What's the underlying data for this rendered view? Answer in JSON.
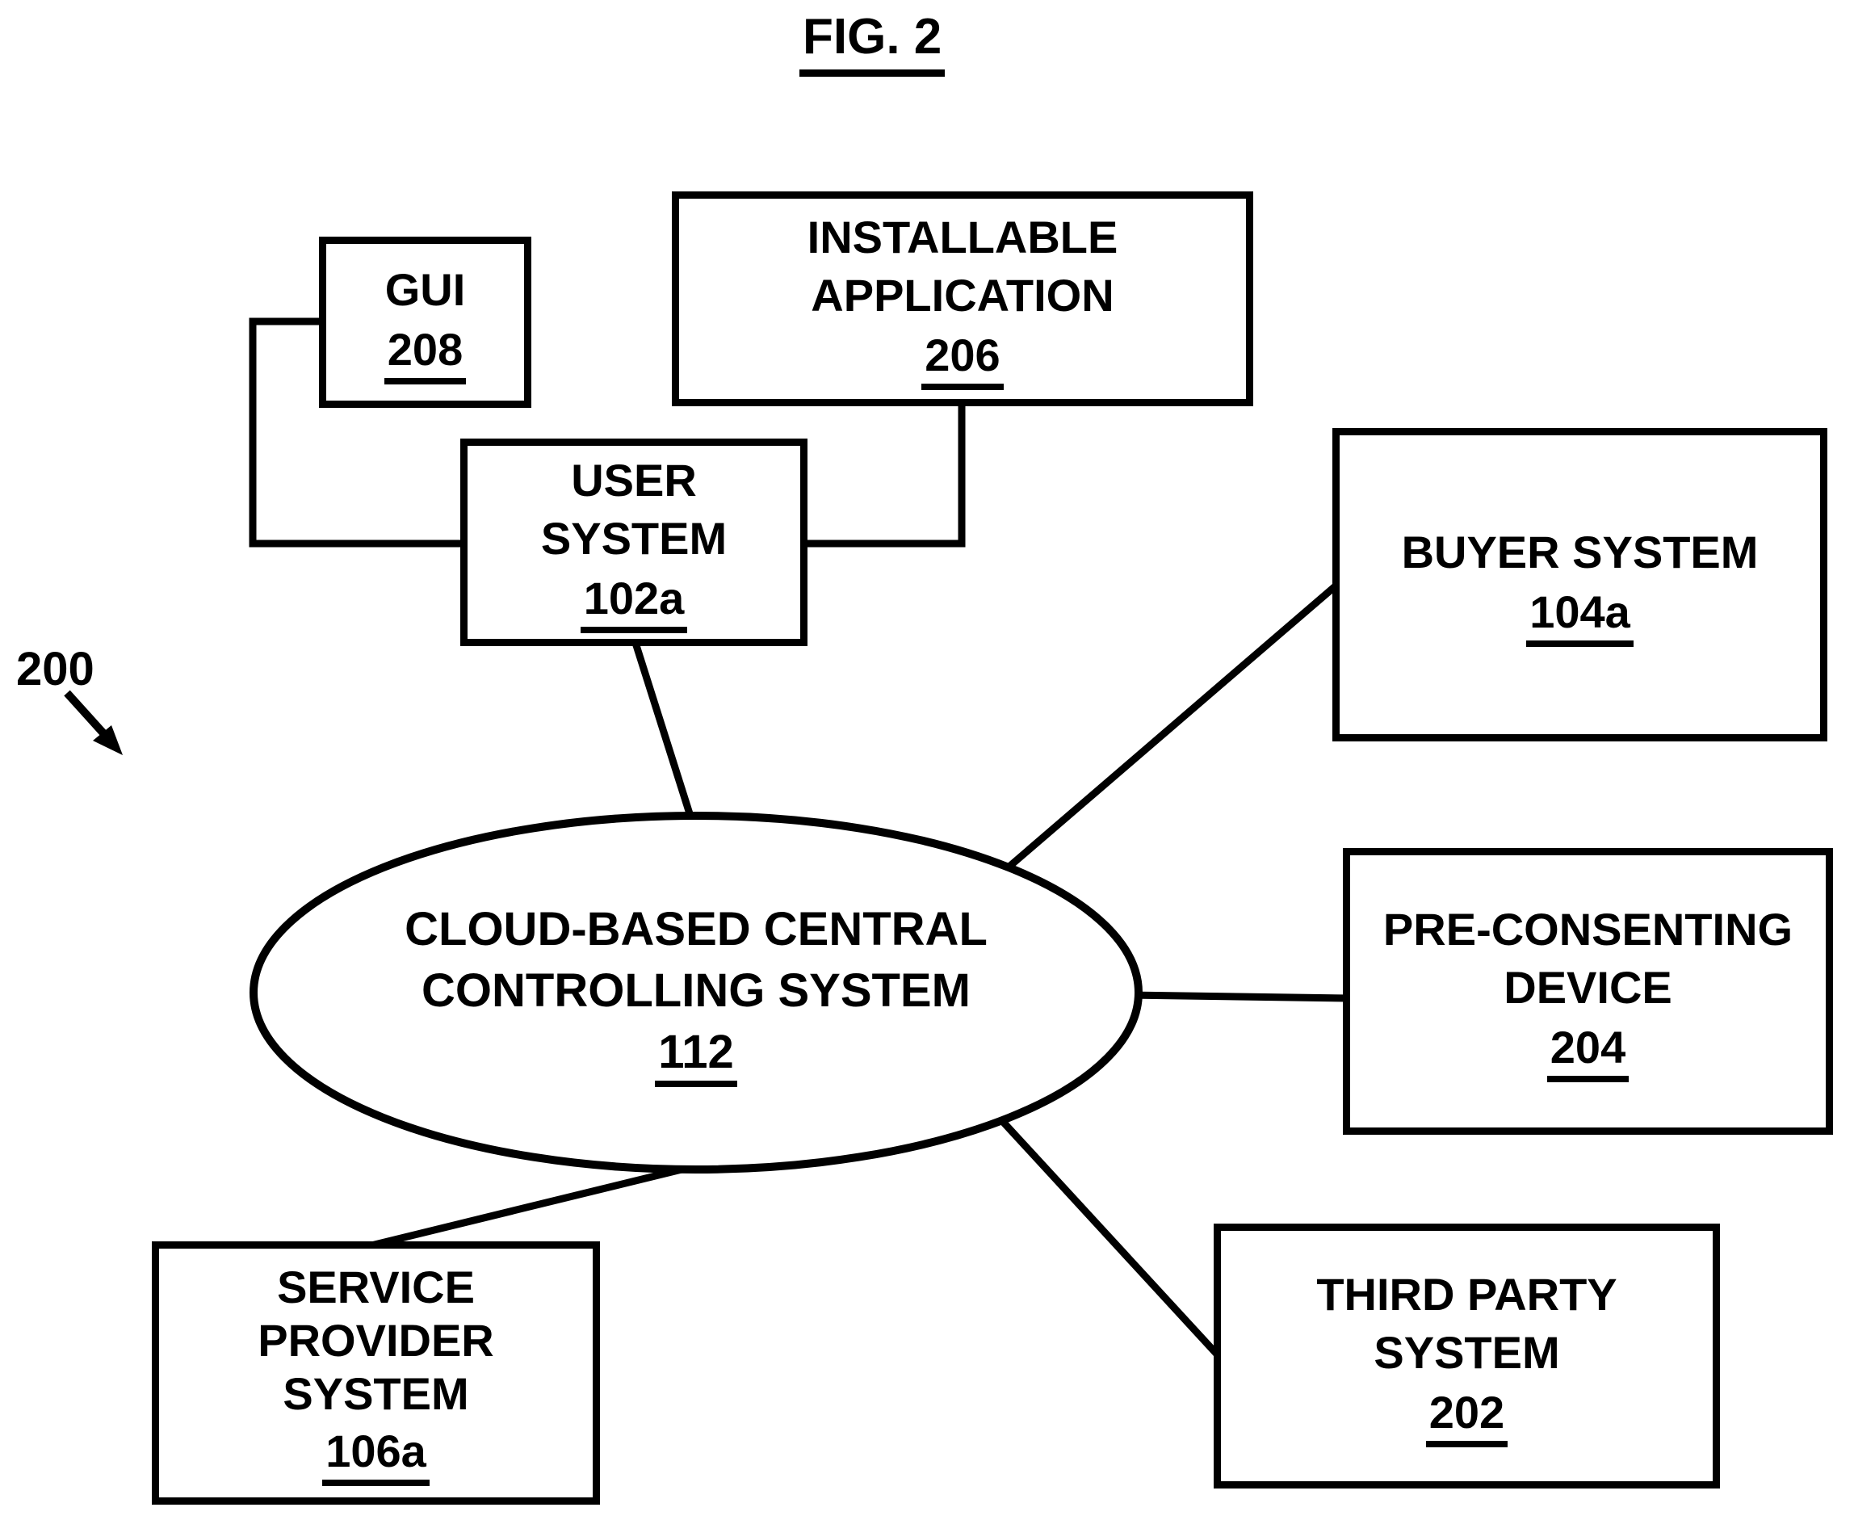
{
  "figure": {
    "title": "FIG. 2",
    "ref_label": "200"
  },
  "colors": {
    "ink": "#000000",
    "paper": "#ffffff"
  },
  "nodes": {
    "gui": {
      "label": "GUI",
      "ref": "208",
      "shape": "rect"
    },
    "installable_application": {
      "label": "INSTALLABLE\nAPPLICATION",
      "ref": "206",
      "shape": "rect"
    },
    "user_system": {
      "label": "USER\nSYSTEM",
      "ref": "102a",
      "shape": "rect"
    },
    "buyer_system": {
      "label": "BUYER SYSTEM",
      "ref": "104a",
      "shape": "rect"
    },
    "cloud_central_controlling_system": {
      "label": "CLOUD-BASED CENTRAL\nCONTROLLING SYSTEM",
      "ref": "112",
      "shape": "ellipse"
    },
    "pre_consenting_device": {
      "label": "PRE-CONSENTING\nDEVICE",
      "ref": "204",
      "shape": "rect"
    },
    "third_party_system": {
      "label": "THIRD PARTY\nSYSTEM",
      "ref": "202",
      "shape": "rect"
    },
    "service_provider_system": {
      "label": "SERVICE\nPROVIDER\nSYSTEM",
      "ref": "106a",
      "shape": "rect"
    }
  },
  "edges": [
    {
      "from": "gui",
      "to": "user_system",
      "style": "elbow"
    },
    {
      "from": "installable_application",
      "to": "user_system",
      "style": "elbow"
    },
    {
      "from": "user_system",
      "to": "cloud_central_controlling_system",
      "style": "straight"
    },
    {
      "from": "cloud_central_controlling_system",
      "to": "buyer_system",
      "style": "straight"
    },
    {
      "from": "cloud_central_controlling_system",
      "to": "pre_consenting_device",
      "style": "straight"
    },
    {
      "from": "cloud_central_controlling_system",
      "to": "third_party_system",
      "style": "straight"
    },
    {
      "from": "cloud_central_controlling_system",
      "to": "service_provider_system",
      "style": "straight"
    }
  ]
}
